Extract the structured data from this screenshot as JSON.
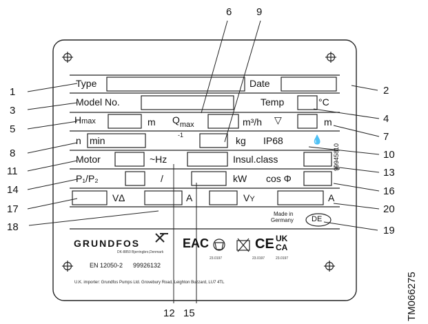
{
  "plate": {
    "fields": {
      "type": "Type",
      "date": "Date",
      "model_no": "Model No.",
      "temp": "Temp",
      "deg_c": "°C",
      "hmax_h": "H",
      "hmax_sub": "max",
      "unit_m": "m",
      "qmax_q": "Q",
      "qmax_sub": "max",
      "unit_m3h": "m³/h",
      "unit_m2": "m",
      "n": "n",
      "min": "min",
      "minus1": "-1",
      "kg": "kg",
      "ip68": "IP68",
      "motor": "Motor",
      "hz": "~Hz",
      "insul_class": "Insul.class",
      "p1p2": "P₁/P₂",
      "slash": "/",
      "kw": "kW",
      "cos_phi": "cos Φ",
      "v_delta": "V∆",
      "a1": "A",
      "v_star": "V",
      "a2": "A",
      "made_in": "Made in",
      "germany": "Germany",
      "de": "DE",
      "side_code": "99945810"
    },
    "brand": {
      "name": "GRUNDFOS",
      "address": "DK-8850 Bjerringbro,Denmark",
      "en": "EN 12050-2",
      "code": "99926132",
      "importer": "U.K. importer: Grundfos Pumps Ltd. Grovebury Road, Leighton Buzzard, LU7 4TL"
    },
    "marks": {
      "eac": "EAC",
      "ce": "CE",
      "ukca_top": "UK",
      "ukca_bottom": "CA",
      "date1": "23.0197",
      "date2": "23.0197",
      "date3": "23.0197"
    }
  },
  "callouts": [
    "1",
    "2",
    "3",
    "4",
    "5",
    "6",
    "7",
    "8",
    "9",
    "10",
    "11",
    "12",
    "13",
    "14",
    "15",
    "16",
    "17",
    "18",
    "19",
    "20"
  ],
  "figure_code": "TM066275",
  "colors": {
    "ink": "#111111",
    "stroke": "#222222"
  }
}
